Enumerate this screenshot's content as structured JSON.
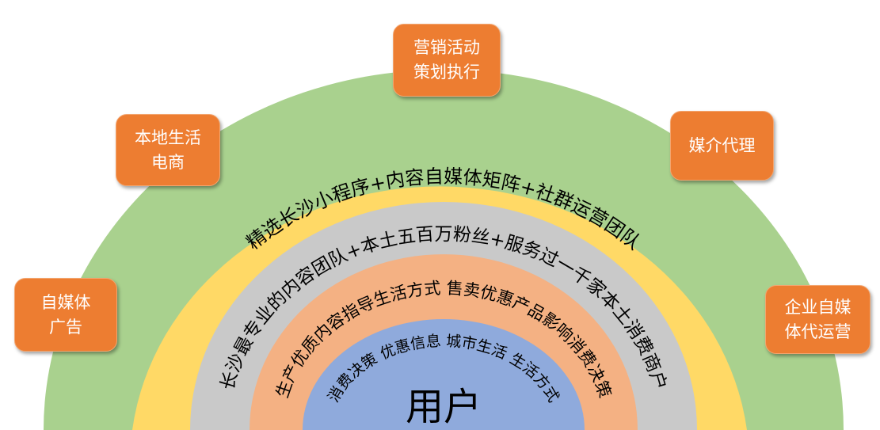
{
  "colors": {
    "ring_green": "#A9D18E",
    "ring_yellow": "#FFD966",
    "ring_gray": "#C9C9C9",
    "ring_salmon": "#F4B183",
    "ring_blue": "#8FAADC",
    "box_orange": "#ED7D31"
  },
  "rings": {
    "yellow_text": "精选长沙小程序+内容自媒体矩阵+社群运营团队",
    "gray_text": "长沙最专业的内容团队+本土五百万粉丝+服务过一千家本土消费商户",
    "salmon_text": "生产优质内容指导生活方式  售卖优惠产品影响消费决策",
    "blue_text": "消费决策 优惠信息 城市生活 生活方式",
    "center_label": "用户"
  },
  "boxes": {
    "marketing": "营销活动\n策划执行",
    "local": "本地生活\n电商",
    "media": "媒介代理",
    "self_media": "自媒体\n广告",
    "enterprise": "企业自媒\n体代运营"
  }
}
